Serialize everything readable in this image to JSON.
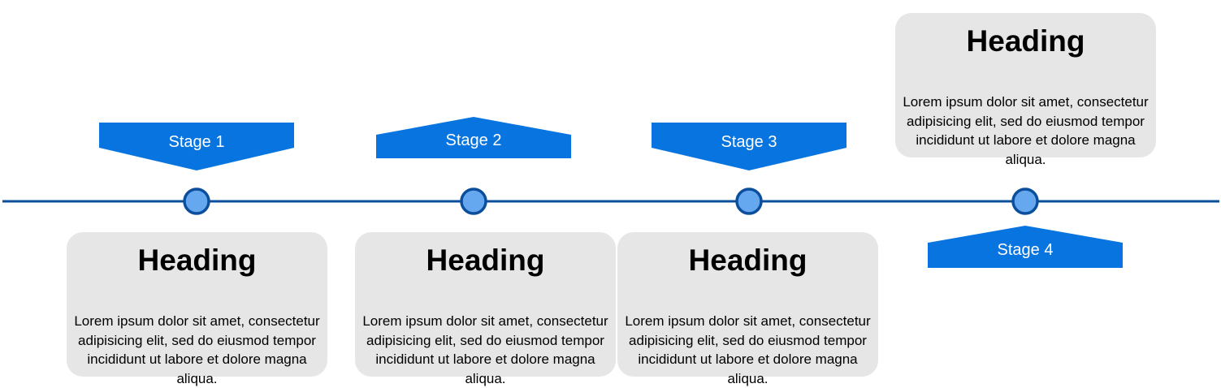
{
  "colors": {
    "line": "#0b4f9c",
    "node_fill": "#66a8f0",
    "node_stroke": "#0b4f9c",
    "banner": "#0874e0",
    "card_bg": "#e6e6e6"
  },
  "stages": [
    {
      "label": "Stage 1",
      "banner_shape": "pointing-down",
      "banner_position": "above-line",
      "card_position": "below-line",
      "card": {
        "heading": "Heading",
        "body": "Lorem ipsum dolor sit amet, consectetur adipisicing elit, sed do eiusmod tempor incididunt ut labore et dolore magna aliqua."
      }
    },
    {
      "label": "Stage 2",
      "banner_shape": "pointing-up",
      "banner_position": "above-line",
      "card_position": "below-line",
      "card": {
        "heading": "Heading",
        "body": "Lorem ipsum dolor sit amet, consectetur adipisicing elit, sed do eiusmod tempor incididunt ut labore et dolore magna aliqua."
      }
    },
    {
      "label": "Stage 3",
      "banner_shape": "pointing-down",
      "banner_position": "above-line",
      "card_position": "below-line",
      "card": {
        "heading": "Heading",
        "body": "Lorem ipsum dolor sit amet, consectetur adipisicing elit, sed do eiusmod tempor incididunt ut labore et dolore magna aliqua."
      }
    },
    {
      "label": "Stage 4",
      "banner_shape": "pointing-up",
      "banner_position": "below-line",
      "card_position": "above-line",
      "card": {
        "heading": "Heading",
        "body": "Lorem ipsum dolor sit amet, consectetur adipisicing elit, sed do eiusmod tempor incididunt ut labore et dolore magna aliqua."
      }
    }
  ]
}
